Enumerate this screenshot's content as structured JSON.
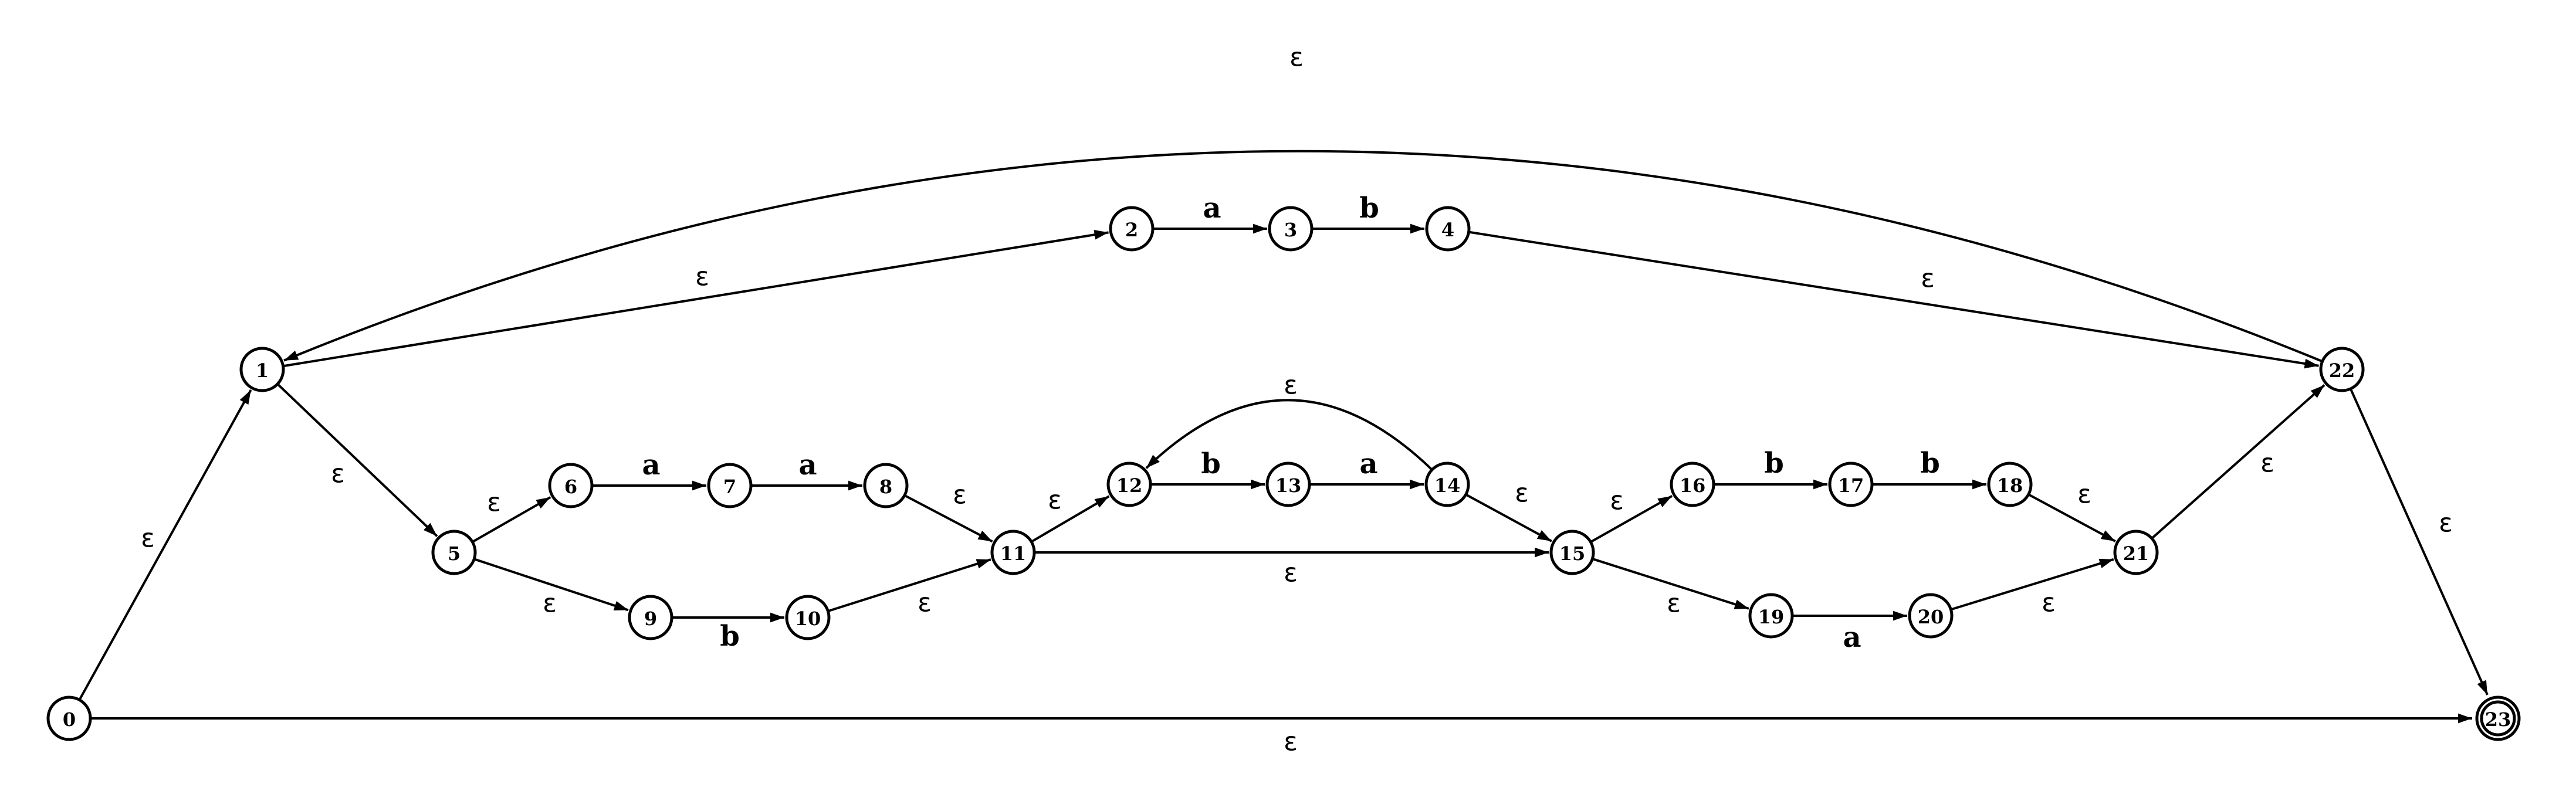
{
  "states": [
    {
      "id": "0",
      "label": "0"
    },
    {
      "id": "1",
      "label": "1"
    },
    {
      "id": "2",
      "label": "2"
    },
    {
      "id": "3",
      "label": "3"
    },
    {
      "id": "4",
      "label": "4"
    },
    {
      "id": "5",
      "label": "5"
    },
    {
      "id": "6",
      "label": "6"
    },
    {
      "id": "7",
      "label": "7"
    },
    {
      "id": "8",
      "label": "8"
    },
    {
      "id": "9",
      "label": "9"
    },
    {
      "id": "10",
      "label": "10"
    },
    {
      "id": "11",
      "label": "11"
    },
    {
      "id": "12",
      "label": "12"
    },
    {
      "id": "13",
      "label": "13"
    },
    {
      "id": "14",
      "label": "14"
    },
    {
      "id": "15",
      "label": "15"
    },
    {
      "id": "16",
      "label": "16"
    },
    {
      "id": "17",
      "label": "17"
    },
    {
      "id": "18",
      "label": "18"
    },
    {
      "id": "19",
      "label": "19"
    },
    {
      "id": "20",
      "label": "20"
    },
    {
      "id": "21",
      "label": "21"
    },
    {
      "id": "22",
      "label": "22"
    },
    {
      "id": "23",
      "label": "23",
      "accepting": true
    }
  ],
  "transitions": [
    {
      "from": "0",
      "to": "1",
      "label": "ε"
    },
    {
      "from": "0",
      "to": "23",
      "label": "ε"
    },
    {
      "from": "1",
      "to": "2",
      "label": "ε"
    },
    {
      "from": "1",
      "to": "5",
      "label": "ε"
    },
    {
      "from": "2",
      "to": "3",
      "label": "a"
    },
    {
      "from": "3",
      "to": "4",
      "label": "b"
    },
    {
      "from": "4",
      "to": "22",
      "label": "ε"
    },
    {
      "from": "22",
      "to": "1",
      "label": "ε"
    },
    {
      "from": "22",
      "to": "23",
      "label": "ε"
    },
    {
      "from": "5",
      "to": "6",
      "label": "ε"
    },
    {
      "from": "5",
      "to": "9",
      "label": "ε"
    },
    {
      "from": "6",
      "to": "7",
      "label": "a"
    },
    {
      "from": "7",
      "to": "8",
      "label": "a"
    },
    {
      "from": "8",
      "to": "11",
      "label": "ε"
    },
    {
      "from": "9",
      "to": "10",
      "label": "b"
    },
    {
      "from": "10",
      "to": "11",
      "label": "ε"
    },
    {
      "from": "11",
      "to": "12",
      "label": "ε"
    },
    {
      "from": "11",
      "to": "15",
      "label": "ε"
    },
    {
      "from": "12",
      "to": "13",
      "label": "b"
    },
    {
      "from": "13",
      "to": "14",
      "label": "a"
    },
    {
      "from": "14",
      "to": "12",
      "label": "ε"
    },
    {
      "from": "14",
      "to": "15",
      "label": "ε"
    },
    {
      "from": "15",
      "to": "16",
      "label": "ε"
    },
    {
      "from": "15",
      "to": "19",
      "label": "ε"
    },
    {
      "from": "16",
      "to": "17",
      "label": "b"
    },
    {
      "from": "17",
      "to": "18",
      "label": "b"
    },
    {
      "from": "18",
      "to": "21",
      "label": "ε"
    },
    {
      "from": "19",
      "to": "20",
      "label": "a"
    },
    {
      "from": "20",
      "to": "21",
      "label": "ε"
    },
    {
      "from": "21",
      "to": "22",
      "label": "ε"
    }
  ]
}
